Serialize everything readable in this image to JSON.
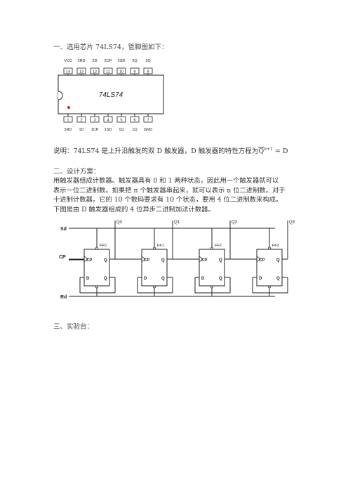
{
  "heading1": "一、选用芯片 74LS74，管脚图如下：",
  "chip": {
    "name": "74LS74",
    "top_pins": [
      {
        "label": "VCC",
        "num": "14"
      },
      {
        "label": "2RD",
        "num": "13"
      },
      {
        "label": "2D",
        "num": "12"
      },
      {
        "label": "2CP",
        "num": "11"
      },
      {
        "label": "2SD",
        "num": "10"
      },
      {
        "label": "2Q",
        "num": "9"
      },
      {
        "label": "2Q",
        "num": "8"
      }
    ],
    "bottom_pins": [
      {
        "label": "1RD",
        "num": "1"
      },
      {
        "label": "1D",
        "num": "2"
      },
      {
        "label": "1CP",
        "num": "3"
      },
      {
        "label": "1SD",
        "num": "4"
      },
      {
        "label": "1Q",
        "num": "5"
      },
      {
        "label": "1Q",
        "num": "6"
      },
      {
        "label": "GND",
        "num": "7"
      }
    ]
  },
  "note": {
    "text": "说明：74LS74 是上升沿触发的双 D 触发器，D 触发器的特性方程为",
    "formula_q": "Q",
    "formula_sup": "n+1",
    "formula_rest": " = D"
  },
  "heading2": "二、设计方案：",
  "paragraph": [
    "用触发器组成计数器。触发器具有 0 和 1 两种状态，因此用一个触发器就可以",
    "表示一位二进制数。如果把 n 个触发器串起来，就可以表示 n 位二进制数。对于",
    "十进制计数器，它的 10 个数码要求有 10 个状态，要用 4 位二进制数来构成。",
    "下图是由 D 触发器组成的 4 位异步二进制加法计数器。"
  ],
  "circuit": {
    "sd_label": "Sd",
    "rd_label": "Rd",
    "cp_label": "CP",
    "stages": [
      {
        "ff": "FF0",
        "q": "Q0"
      },
      {
        "ff": "FF1",
        "q": "Q1"
      },
      {
        "ff": "FF2",
        "q": "Q2"
      },
      {
        "ff": "FF3",
        "q": "Q3"
      }
    ],
    "pin_cp": "CP",
    "pin_q": "Q",
    "pin_d": "D",
    "pin_qbar": "Q"
  },
  "heading3": "三、实验台："
}
